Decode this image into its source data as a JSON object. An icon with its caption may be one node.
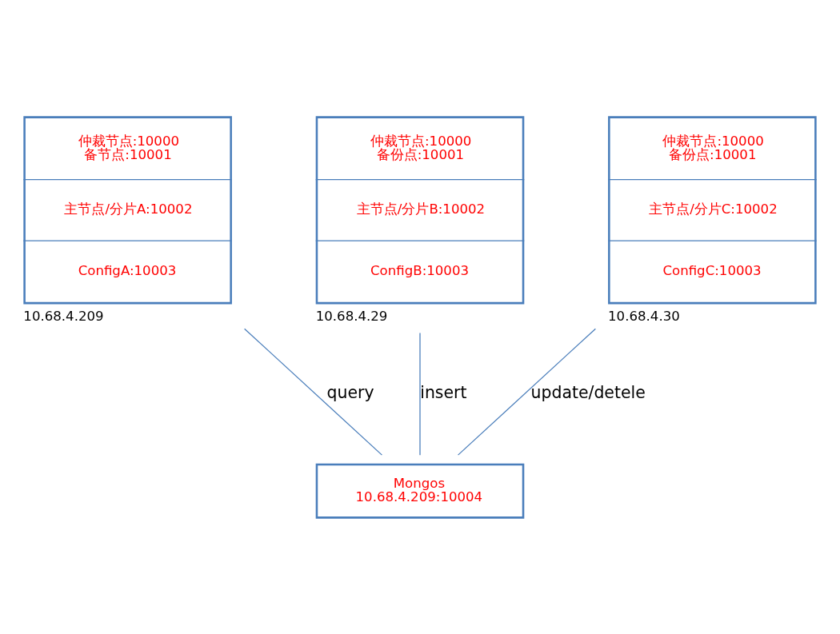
{
  "diagram": {
    "nodes": [
      {
        "text": [
          "仲裁节点:10000",
          "备节点:10001",
          "主节点/分片A:10002",
          "ConfigA:10003"
        ],
        "beside": [
          "10.68.4.209"
        ]
      },
      {
        "text": [
          "仲裁节点:10000",
          "备份点:10001",
          "主节点/分片B:10002",
          "ConfigB:10003"
        ],
        "beside": [
          "10.68.4.29"
        ]
      },
      {
        "text": [
          "仲裁节点:10000",
          "备份点:10001",
          "主节点/分片C:10002",
          "ConfigC:10003"
        ],
        "beside": [
          "10.68.4.30"
        ]
      },
      {
        "text": [
          "Mongos",
          "10.68.4.209:10004"
        ]
      }
    ],
    "edges": [
      {
        "from": 0,
        "to": 3,
        "arrow": "none",
        "label": "query"
      },
      {
        "from": 1,
        "to": 3,
        "arrow": "none",
        "label": "insert"
      },
      {
        "from": 2,
        "to": 3,
        "arrow": "none",
        "label": "update/detele"
      }
    ]
  }
}
